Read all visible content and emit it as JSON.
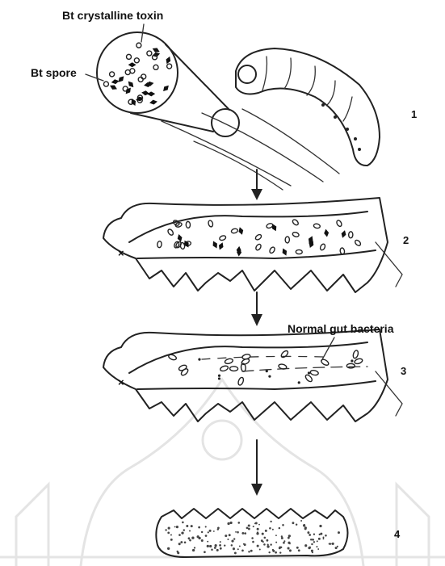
{
  "labels": {
    "toxin": "Bt crystalline toxin",
    "spore": "Bt spore",
    "gut_bacteria": "Normal gut bacteria"
  },
  "stages": [
    "1",
    "2",
    "3",
    "4"
  ]
}
